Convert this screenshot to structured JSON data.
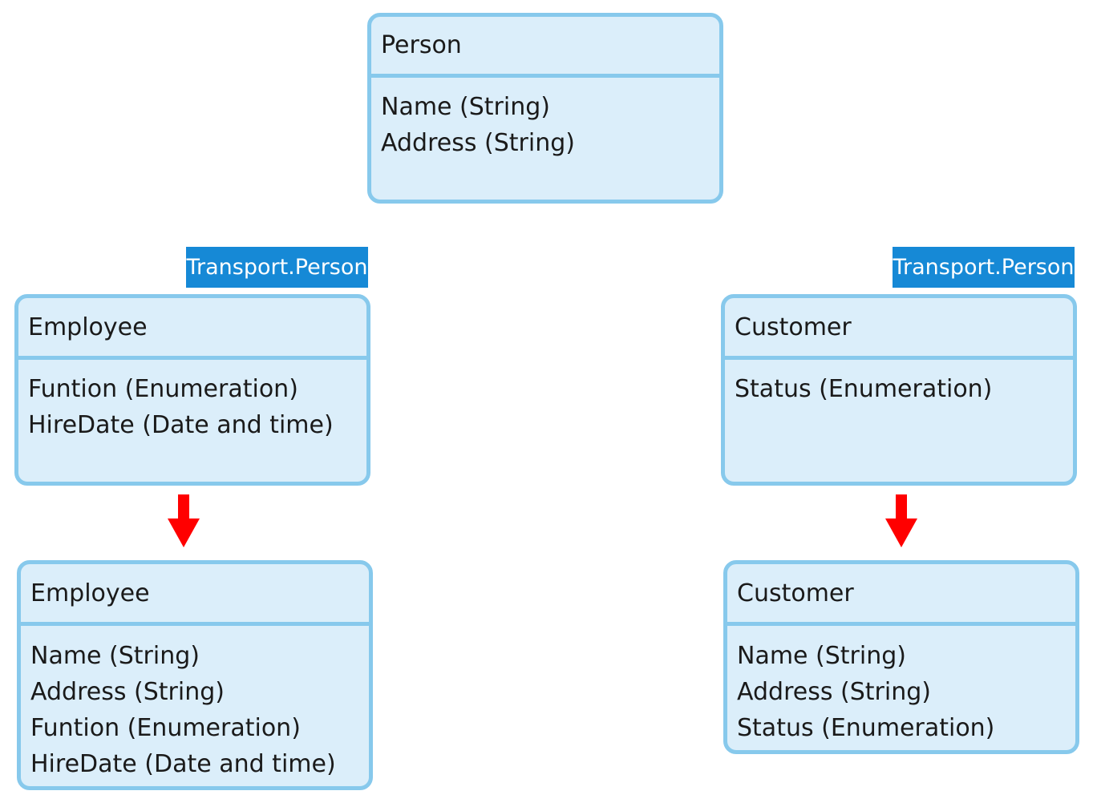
{
  "colors": {
    "box_fill": "#dbeefa",
    "box_border": "#87c9ec",
    "badge_fill": "#1689d6",
    "badge_text": "#ffffff",
    "arrow": "#ff0000"
  },
  "person": {
    "title": "Person",
    "attributes": [
      "Name (String)",
      "Address (String)"
    ]
  },
  "employee_source": {
    "badge": "Transport.Person",
    "title": "Employee",
    "attributes": [
      "Funtion (Enumeration)",
      "HireDate (Date and time)"
    ]
  },
  "customer_source": {
    "badge": "Transport.Person",
    "title": "Customer",
    "attributes": [
      "Status (Enumeration)"
    ]
  },
  "employee_result": {
    "title": "Employee",
    "attributes": [
      "Name (String)",
      "Address (String)",
      "Funtion (Enumeration)",
      "HireDate (Date and time)"
    ]
  },
  "customer_result": {
    "title": "Customer",
    "attributes": [
      "Name (String)",
      "Address (String)",
      "Status (Enumeration)"
    ]
  }
}
